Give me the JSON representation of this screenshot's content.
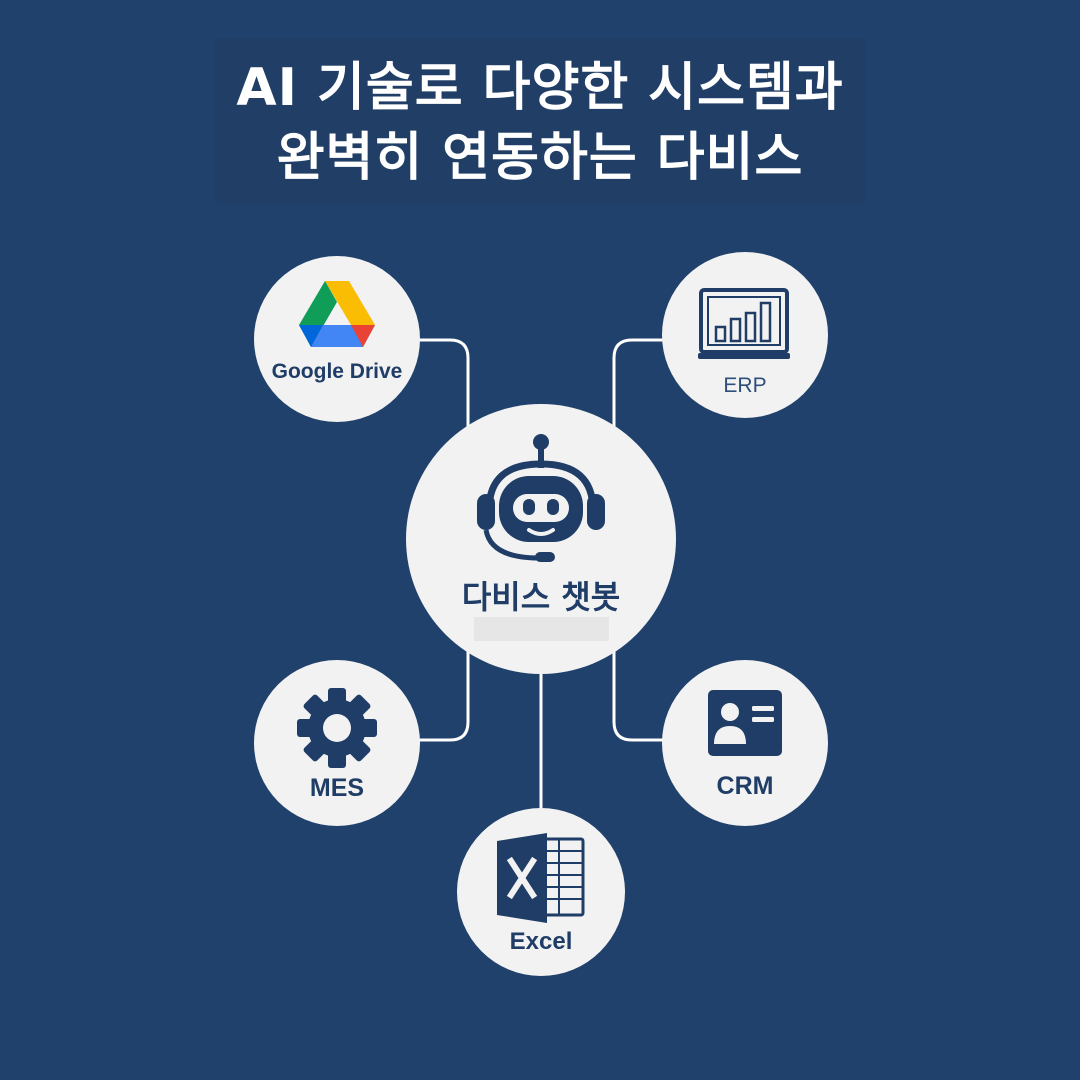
{
  "title": {
    "line1": "AI 기술로 다양한 시스템과",
    "line2": "완벽히 연동하는 다비스"
  },
  "center": {
    "label": "다비스 챗봇",
    "icon": "robot-headset-icon"
  },
  "nodes": {
    "google_drive": {
      "label": "Google Drive",
      "icon": "google-drive-icon"
    },
    "erp": {
      "label": "ERP",
      "icon": "monitor-bar-chart-icon"
    },
    "mes": {
      "label": "MES",
      "icon": "gear-icon"
    },
    "crm": {
      "label": "CRM",
      "icon": "contact-card-icon"
    },
    "excel": {
      "label": "Excel",
      "icon": "excel-icon"
    }
  },
  "colors": {
    "background": "#1f416b",
    "node_fill": "#f2f2f2",
    "icon_navy": "#1f3d66",
    "connector": "#ffffff"
  }
}
